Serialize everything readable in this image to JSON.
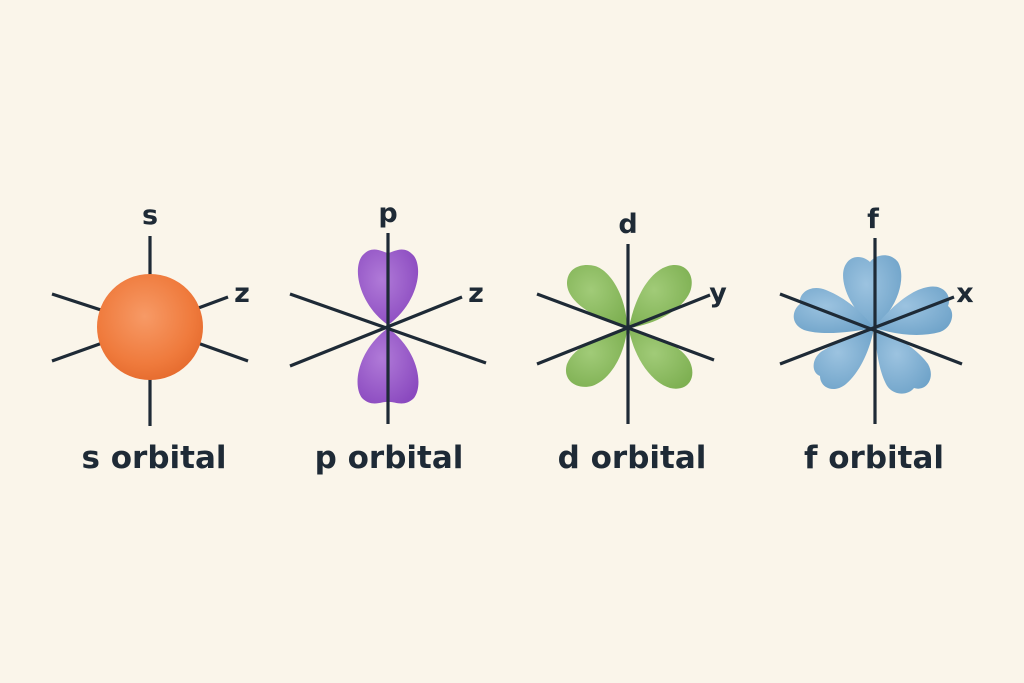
{
  "orbitals": [
    {
      "id": "s",
      "axis_top_label": "s",
      "axis_side_label": "z",
      "caption": "s orbital",
      "color": "#f07f42"
    },
    {
      "id": "p",
      "axis_top_label": "p",
      "axis_side_label": "z",
      "caption": "p orbital",
      "color": "#9a5bc8"
    },
    {
      "id": "d",
      "axis_top_label": "d",
      "axis_side_label": "y",
      "caption": "d orbital",
      "color": "#8dbb62"
    },
    {
      "id": "f",
      "axis_top_label": "f",
      "axis_side_label": "x",
      "caption": "f orbital",
      "color": "#7fb0d3"
    }
  ],
  "colors": {
    "background": "#faf5ea",
    "ink": "#1e2a36"
  }
}
